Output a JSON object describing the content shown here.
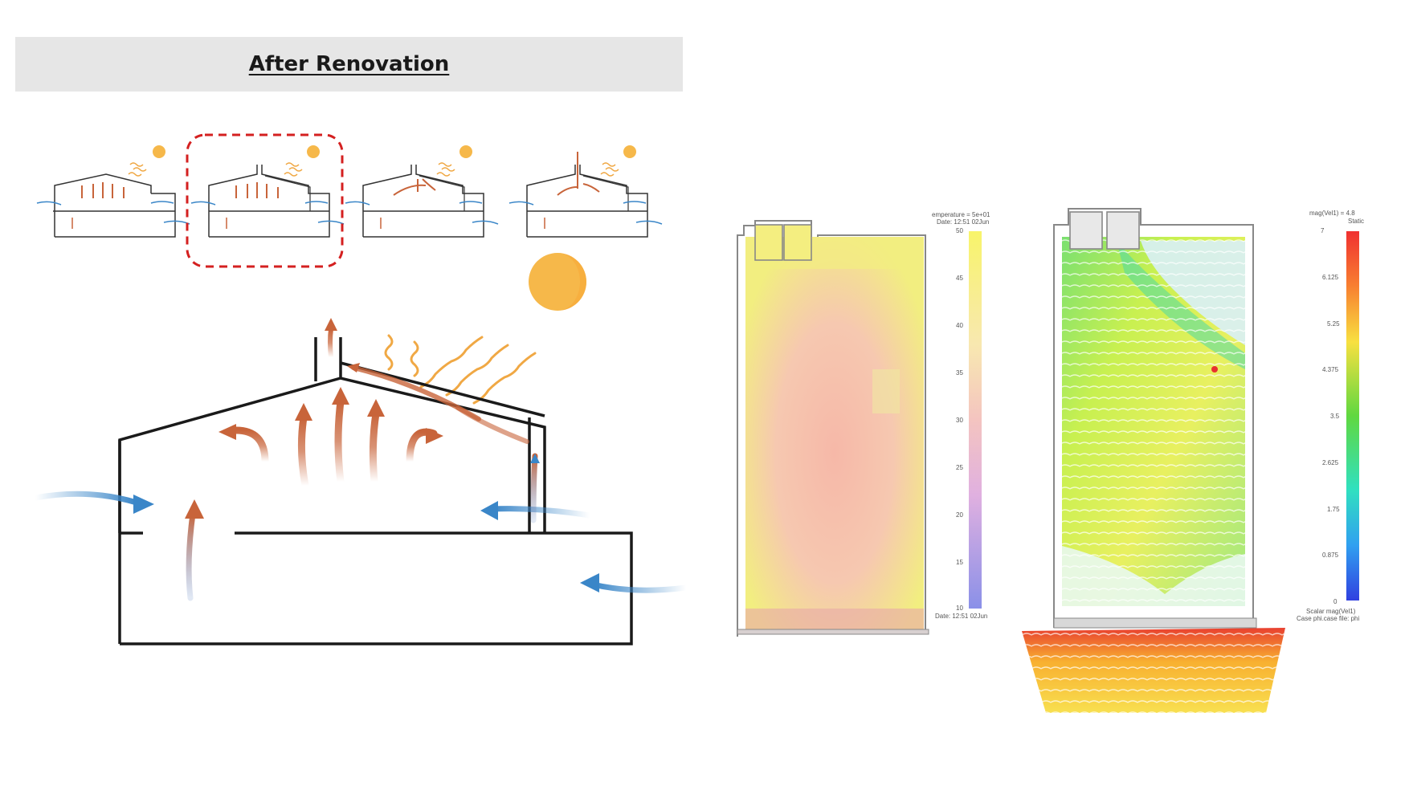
{
  "title": "After Renovation",
  "colors": {
    "warm_arrow": "#c8643a",
    "cool_arrow": "#3a86c8",
    "sun": "#f6b84a",
    "wave": "#f0a844",
    "highlight_box": "#d42020"
  },
  "thumbnails": [
    {
      "id": "scenario-1",
      "highlighted": false
    },
    {
      "id": "scenario-2",
      "highlighted": true
    },
    {
      "id": "scenario-3",
      "highlighted": false
    },
    {
      "id": "scenario-4",
      "highlighted": false
    }
  ],
  "temperature_plot": {
    "header_line1": "emperature = 5e+01",
    "header_line2": "Date: 12:51 02Jun",
    "scale_ticks": [
      "50",
      "45",
      "40",
      "35",
      "30",
      "25",
      "20",
      "15",
      "10"
    ],
    "footer": "Date: 12:51 02Jun"
  },
  "velocity_plot": {
    "header_line1": "mag(Vel1) = 4.8",
    "header_line2": "Static",
    "scale_ticks": [
      "7",
      "6.125",
      "5.25",
      "4.375",
      "3.5",
      "2.625",
      "1.75",
      "0.875",
      "0"
    ],
    "footer_line1": "Scalar mag(Vel1)",
    "footer_line2": "Case phi.case file: phi"
  }
}
